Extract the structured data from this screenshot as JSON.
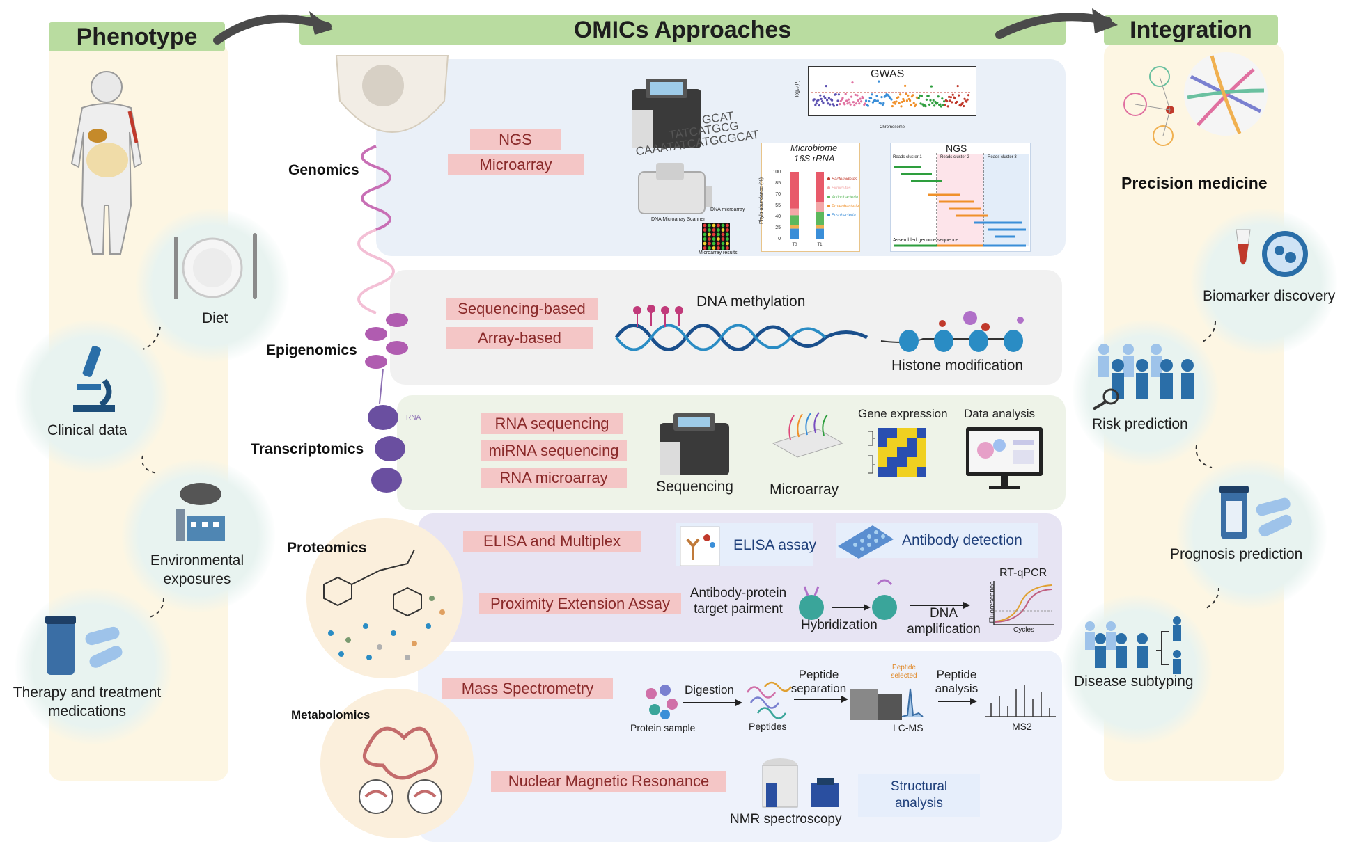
{
  "headers": {
    "phenotype": "Phenotype",
    "omics": "OMICs Approaches",
    "integration": "Integration"
  },
  "phenotype": {
    "items": [
      "Diet",
      "Clinical data",
      "Environmental exposures",
      "Therapy and treatment medications"
    ]
  },
  "omics_labels": {
    "genomics": "Genomics",
    "epigenomics": "Epigenomics",
    "transcriptomics": "Transcriptomics",
    "proteomics": "Proteomics",
    "metabolomics": "Metabolomics",
    "rna": "RNA"
  },
  "genomics": {
    "methods": [
      "NGS",
      "Microarray"
    ],
    "gwas_title": "GWAS",
    "gwas_xlabel": "Chromosome",
    "gwas_ylabel": "-log₁₀(P)",
    "microbiome_title": "Microbiome",
    "microbiome_subtitle": "16S rRNA",
    "microbiome_ylabel": "Phyla abundance (%)",
    "microbiome_yticks": [
      "100",
      "85",
      "70",
      "55",
      "40",
      "25",
      "0"
    ],
    "microbiome_xticks": [
      "T0",
      "T1"
    ],
    "microbiome_legend": [
      "Bacteroidetes",
      "Firmicutes",
      "Actinobacteria",
      "Proteobacteria",
      "Fusobacteria"
    ],
    "ngs_title": "NGS",
    "ngs_clusters": [
      "Reads cluster 1",
      "Reads cluster 2",
      "Reads cluster 3"
    ],
    "ngs_footer": "Assembled genome sequence",
    "sequence_text": [
      "GCAT",
      "TATCATGCG",
      "CAAATATCATGCGCAT"
    ],
    "microarray_scanner": "DNA Microarray Scanner",
    "microarray_results": "Microarray results",
    "dna_microarray": "DNA microarray"
  },
  "epigenomics": {
    "methods": [
      "Sequencing-based",
      "Array-based"
    ],
    "dna_methylation": "DNA methylation",
    "histone_modification": "Histone modification"
  },
  "transcriptomics": {
    "methods": [
      "RNA sequencing",
      "miRNA sequencing",
      "RNA microarray"
    ],
    "sequencing": "Sequencing",
    "microarray": "Microarray",
    "gene_expression": "Gene expression",
    "data_analysis": "Data analysis"
  },
  "proteomics": {
    "methods": [
      "ELISA and Multiplex",
      "Proximity Extension Assay"
    ],
    "elisa_assay": "ELISA assay",
    "antibody_detection": "Antibody detection",
    "antibody_protein": "Antibody-protein\ntarget pairment",
    "hybridization": "Hybridization",
    "dna_amplification": "DNA\namplification",
    "rtqpcr": "RT-qPCR",
    "fluorescence": "Fluorescence",
    "cycles": "Cycles"
  },
  "metabolomics": {
    "methods": [
      "Mass Spectrometry",
      "Nuclear Magnetic Resonance"
    ],
    "protein_sample": "Protein sample",
    "digestion": "Digestion",
    "peptides": "Peptides",
    "peptide_separation": "Peptide\nseparation",
    "peptide_selected": "Peptide\nselected",
    "lcms": "LC-MS",
    "peptide_analysis": "Peptide\nanalysis",
    "ms2": "MS2",
    "nmr_spectroscopy": "NMR spectroscopy",
    "structural_analysis": "Structural\nanalysis"
  },
  "integration": {
    "precision_medicine": "Precision medicine",
    "items": [
      "Biomarker discovery",
      "Risk prediction",
      "Prognosis prediction",
      "Disease subtyping"
    ]
  },
  "colors": {
    "header_green": "#b9dca0",
    "pill_pink": "#f4c6c6",
    "pill_text": "#8a2a2a",
    "phenotype_bg": "#fdf6e3",
    "genomics_panel": "#eaf0f8",
    "epigenomics_panel": "#f1f1f1",
    "transcriptomics_panel": "#eef3e8",
    "proteomics_panel": "#e7e4f3",
    "metabolomics_panel": "#eef2fb"
  }
}
